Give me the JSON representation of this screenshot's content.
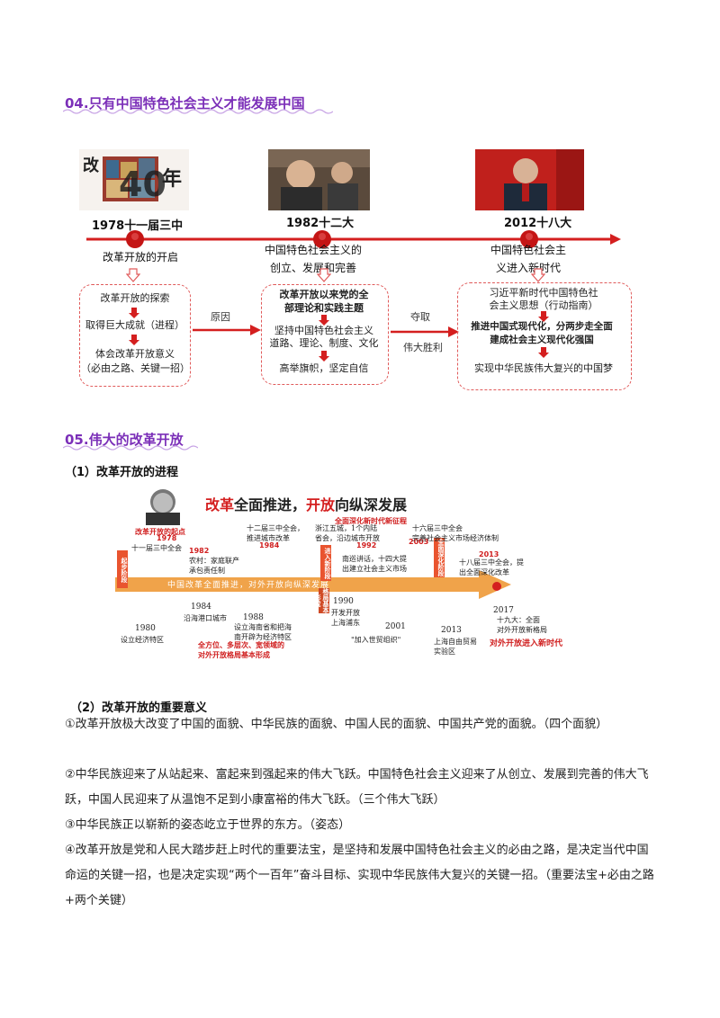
{
  "section04": {
    "title": "04.只有中国特色社会主义才能发展中国",
    "nodes": [
      {
        "year": "1978十一届三中",
        "caption": "改革开放的开启",
        "photo_text": "改40年"
      },
      {
        "year": "1982十二大",
        "caption": "中国特色社会主义的\n创立、发展和完善"
      },
      {
        "year": "2012十八大",
        "caption": "中国特色社会主\n义进入新时代"
      }
    ],
    "box1": [
      "改革开放的探索",
      "取得巨大成就（进程）",
      "体会改革开放意义",
      "（必由之路、关键一招）"
    ],
    "box2": {
      "title": "改革开放以来党的全\n部理论和实践主题",
      "lines": [
        "坚持中国特色社会主义",
        "道路、理论、制度、文化",
        "高举旗帜，坚定自信"
      ]
    },
    "box3": {
      "lines": [
        "习近平新时代中国特色社",
        "会主义思想（行动指南）"
      ],
      "bold": "推进中国式现代化，分两步走全面\n建成社会主义现代化强国",
      "last": "实现中华民族伟大复兴的中国梦"
    },
    "arrow_labels": {
      "reason": "原因",
      "win": "夺取",
      "victory": "伟大胜利"
    }
  },
  "section05": {
    "title": "05.伟大的改革开放",
    "sub1": "（1）改革开放的进程",
    "infographic": {
      "headline_a": "改革",
      "headline_b": "全面推进，",
      "headline_c": "开放",
      "headline_d": "向纵深发展",
      "band_text": "中国改革全面推进，对外开放向纵深发展",
      "deep_reform": "全面深化新时代新征程",
      "start_label": "改革开放的起点",
      "start_stage": "起步阶段",
      "deepen_stage": "进入新阶段",
      "basic_stage": "格局基本形成",
      "full_stage": "全面深化阶段",
      "all_round": "全方位、多层次、宽领域的\n对外开放格局基本形成",
      "new_era": "对外开放进入新时代",
      "top_events": [
        {
          "year": "1978",
          "text": "十一届三中全会"
        },
        {
          "year": "1982",
          "text": "农村：家庭联产\n承包责任制"
        },
        {
          "year": "1984",
          "text": "十二届三中全会，\n推进城市改革"
        },
        {
          "year": "",
          "text": "浙江五城，1个内陆\n省会，沿边城市开放"
        },
        {
          "year": "1992",
          "text": "南巡讲话，十四大提\n出建立社会主义市场"
        },
        {
          "year": "2003",
          "text": "十六届三中全会\n完善社会主义市场经济体制"
        },
        {
          "year": "2013",
          "text": "十八届三中全会，提\n出全面深化改革"
        }
      ],
      "bottom_events": [
        {
          "year": "1980",
          "text": "设立经济特区"
        },
        {
          "year": "1984",
          "text": "沿海港口城市"
        },
        {
          "year": "1988",
          "text": "设立海南省和把海\n南开辟为经济特区"
        },
        {
          "year": "1990",
          "text": "开发开放\n上海浦东"
        },
        {
          "year": "2001",
          "text": "\"加入世贸组织\""
        },
        {
          "year": "2013",
          "text": "上海自由贸易\n实验区"
        },
        {
          "year": "2017",
          "text": "十九大：全面\n对外开放新格局"
        }
      ]
    },
    "sub2": "（2）改革开放的重要意义",
    "paragraphs": [
      "①改革开放极大改变了中国的面貌、中华民族的面貌、中国人民的面貌、中国共产党的面貌。（四个面貌）",
      "②中华民族迎来了从站起来、富起来到强起来的伟大飞跃。中国特色社会主义迎来了从创立、发展到完善的伟大飞跃，中国人民迎来了从温饱不足到小康富裕的伟大飞跃。（三个伟大飞跃）",
      "③中华民族正以崭新的姿态屹立于世界的东方。（姿态）",
      "④改革开放是党和人民大踏步赶上时代的重要法宝，是坚持和发展中国特色社会主义的必由之路，是决定当代中国命运的关键一招，也是决定实现“两个一百年”奋斗目标、实现中华民族伟大复兴的关键一招。（重要法宝+必由之路+两个关键）"
    ]
  },
  "colors": {
    "title_purple": "#7b2fb8",
    "red": "#d41f1f",
    "orange": "#f0a34a"
  }
}
